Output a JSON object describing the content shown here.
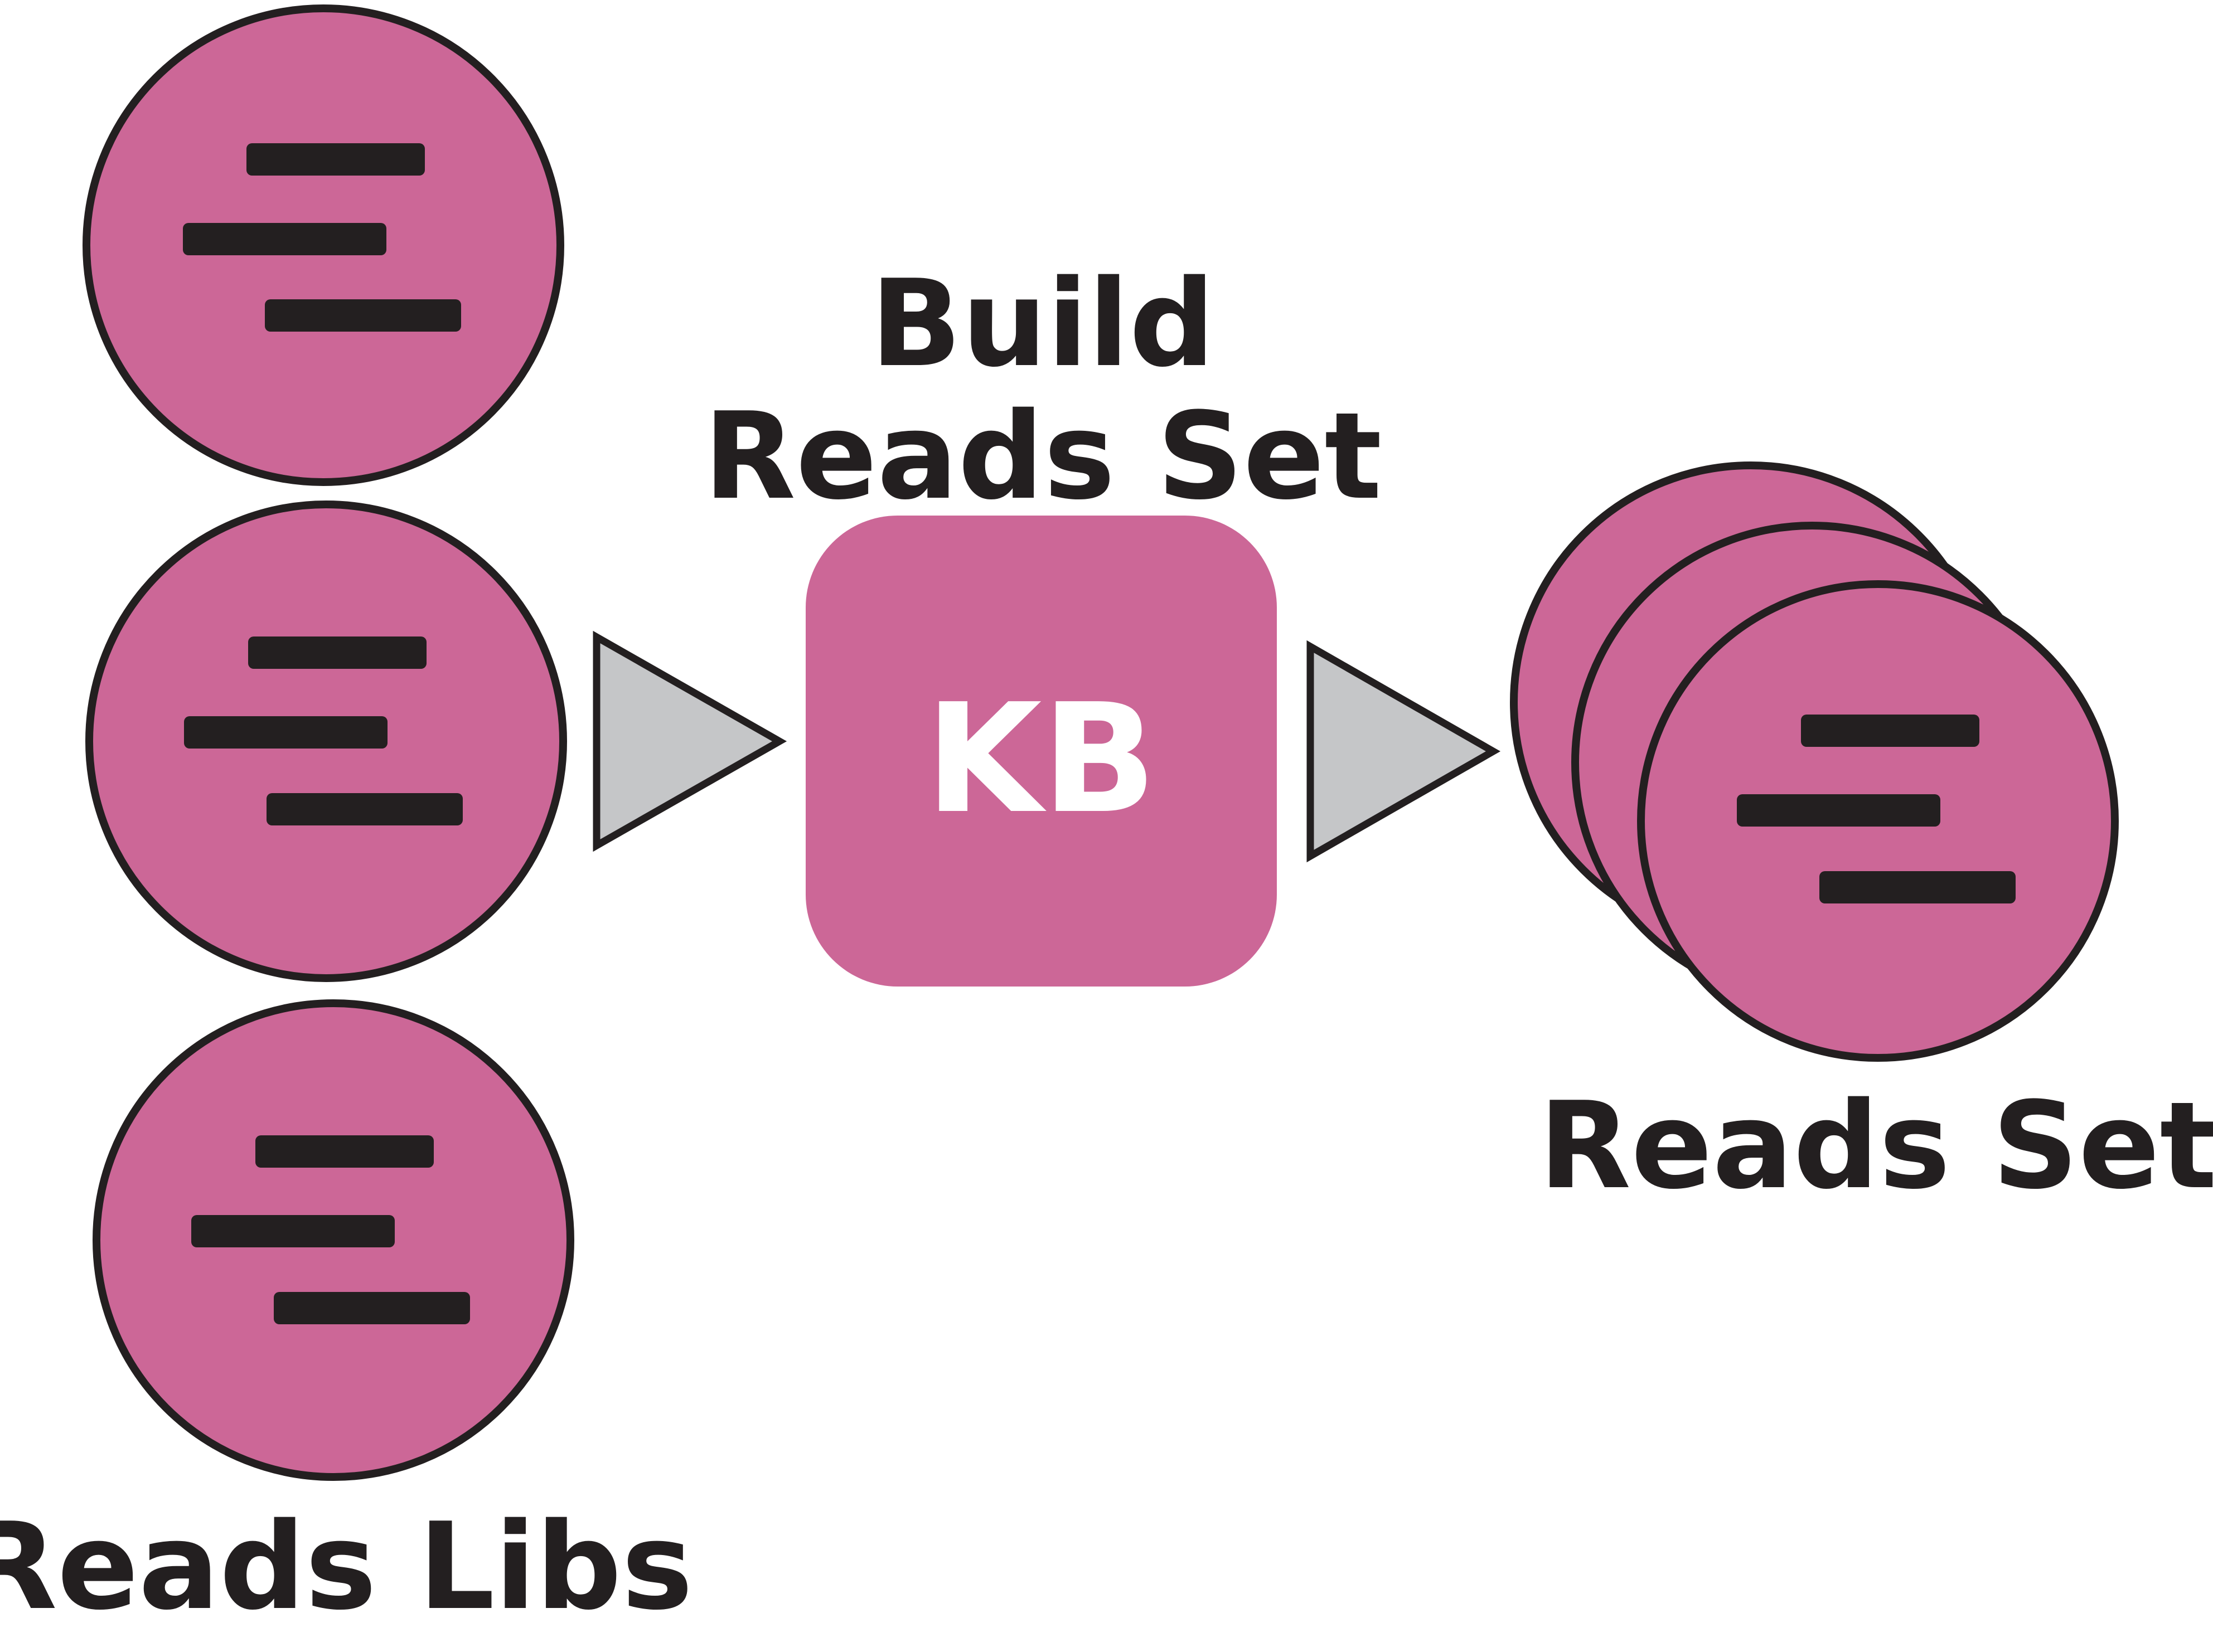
{
  "labels": {
    "build_line1": "Build",
    "build_line2": "Reads Set",
    "kb": "KB",
    "reads_set": "Reads Set",
    "reads_libs": "Reads Libs"
  },
  "colors": {
    "node_fill": "#cc6797",
    "stroke": "#231f20",
    "arrow_fill": "#c5c6c8",
    "kb_text": "#ffffff"
  },
  "icons": {
    "library": "list-lines-icon",
    "arrow": "triangle-arrow-icon"
  }
}
